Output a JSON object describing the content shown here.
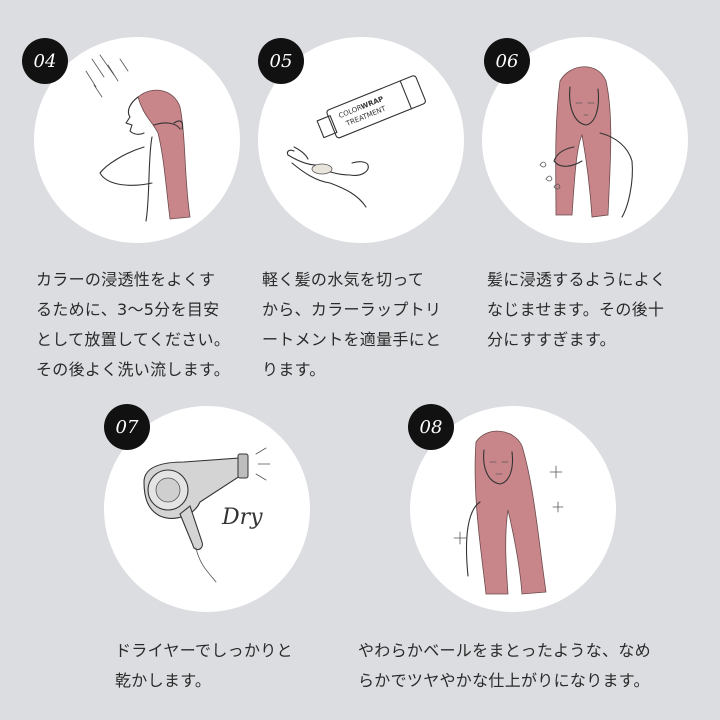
{
  "steps": [
    {
      "number": "04",
      "text": "カラーの浸透性をよくす\nるために、3〜5分を目安\nとして放置してください。\nその後よく洗い流します。"
    },
    {
      "number": "05",
      "text": "軽く髪の水気を切って\nから、カラーラップトリ\nートメントを適量手にと\nります。"
    },
    {
      "number": "06",
      "text": "髪に浸透するようによく\nなじませます。その後十\n分にすすぎます。"
    },
    {
      "number": "07",
      "text": "ドライヤーでしっかりと\n乾かします。"
    },
    {
      "number": "08",
      "text": "やわらかベールをまとったような、なめ\nらかでツヤやかな仕上がりになります。"
    }
  ],
  "product": {
    "line1": "COLOR",
    "line2": "WRAP",
    "line3": "TREATMENT"
  },
  "dryer_label": "Dry",
  "colors": {
    "background": "#dcdde1",
    "hair": "#c9868a",
    "badge": "#111111"
  }
}
